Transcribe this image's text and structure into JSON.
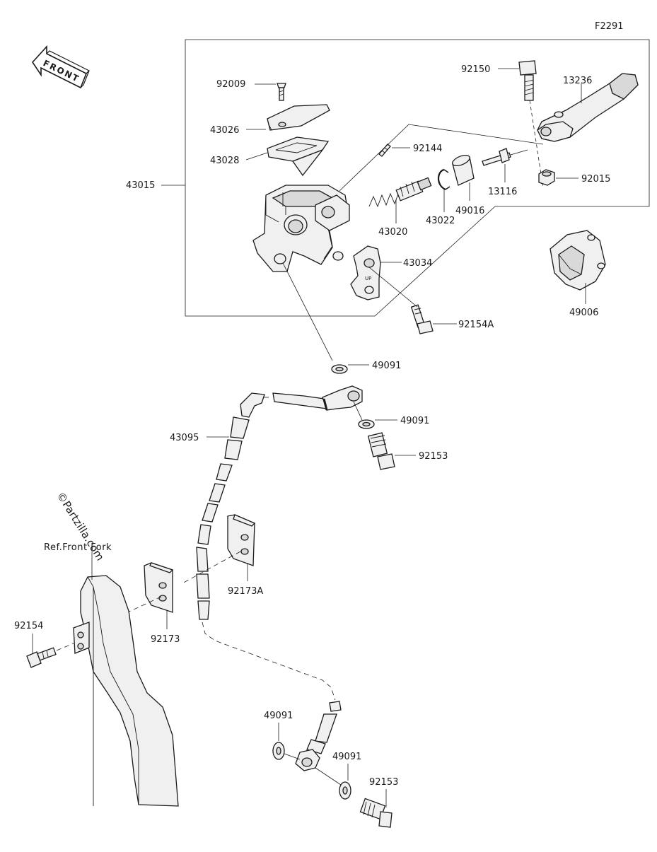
{
  "figure_code": "F2291",
  "front_arrow_label": "FRONT",
  "watermark": "©Partzilla.com",
  "reference_label": "Ref.Front Fork",
  "callouts": {
    "p43015": "43015",
    "p92009": "92009",
    "p43026": "43026",
    "p43028": "43028",
    "p92144": "92144",
    "p92150": "92150",
    "p13236": "13236",
    "p92015": "92015",
    "p13116": "13116",
    "p49016": "49016",
    "p43022": "43022",
    "p43020": "43020",
    "p43034": "43034",
    "p92154A": "92154A",
    "p49006": "49006",
    "p49091_a": "49091",
    "p49091_b": "49091",
    "p92153_a": "92153",
    "p43095": "43095",
    "p92173A": "92173A",
    "p92173": "92173",
    "p92154": "92154",
    "p49091_c": "49091",
    "p49091_d": "49091",
    "p92153_b": "92153"
  },
  "part_marks": {
    "clamp_stamp": "UP"
  }
}
